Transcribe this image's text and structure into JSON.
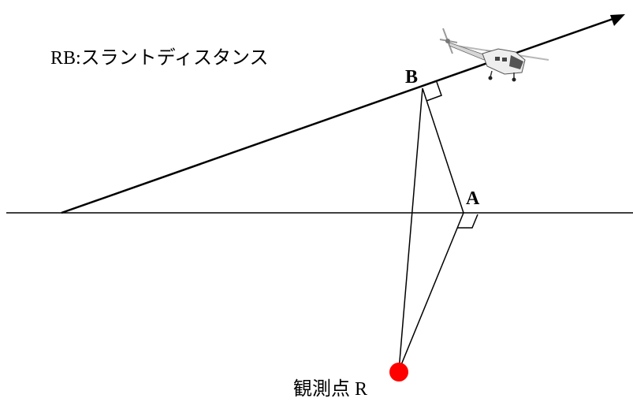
{
  "labels": {
    "slant_caption": "RB:スラントディスタンス",
    "point_b": "B",
    "point_a": "A",
    "observer": "観測点 R"
  },
  "colors": {
    "line": "#000000",
    "observer_point": "#ff0000"
  },
  "icons": {
    "aircraft": "helicopter-icon"
  }
}
